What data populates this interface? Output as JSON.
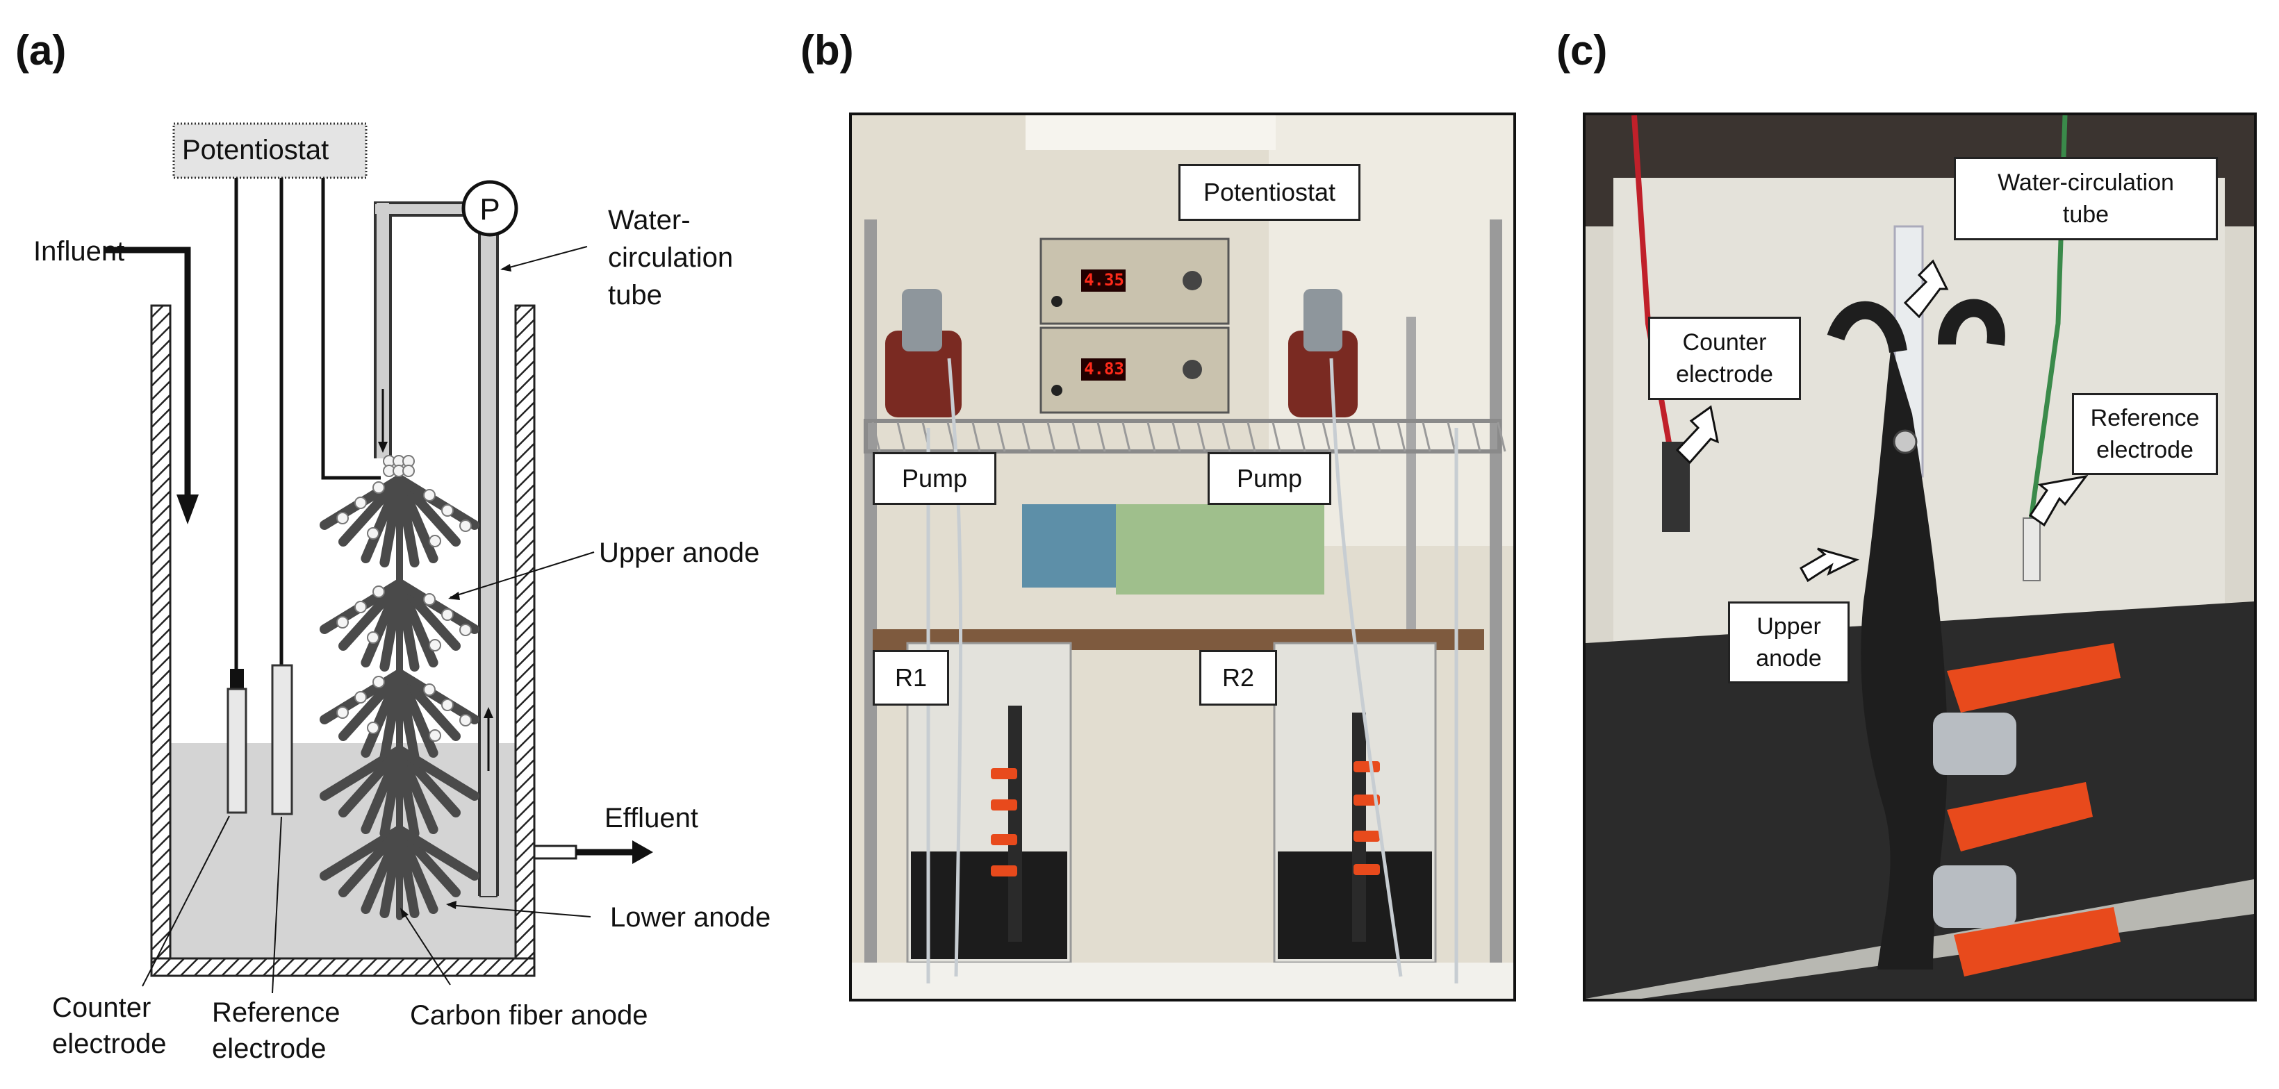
{
  "panels": {
    "a": {
      "letter": "(a)",
      "potentiostat": "Potentiostat",
      "pump_symbol": "P",
      "influent": "Influent",
      "effluent": "Effluent",
      "water_tube": "Water-\ncirculation\ntube",
      "upper_anode": "Upper anode",
      "lower_anode": "Lower anode",
      "counter_electrode": "Counter\nelectrode",
      "reference_electrode": "Reference\nelectrode",
      "carbon_fiber_anode": "Carbon fiber anode"
    },
    "b": {
      "letter": "(b)",
      "potentiostat": "Potentiostat",
      "pump_left": "Pump",
      "pump_right": "Pump",
      "r1": "R1",
      "r2": "R2",
      "display_top": "4.35",
      "display_bottom": "4.83"
    },
    "c": {
      "letter": "(c)",
      "water_tube": "Water-circulation\ntube",
      "counter_electrode": "Counter\nelectrode",
      "reference_electrode": "Reference\nelectrode",
      "upper_anode": "Upper\nanode"
    }
  },
  "colors": {
    "ink": "#111111",
    "water": "#d4d4d4",
    "fiber": "#4a4a4a",
    "valve_red": "#e84a1c",
    "led_red": "#ff2a1a"
  }
}
